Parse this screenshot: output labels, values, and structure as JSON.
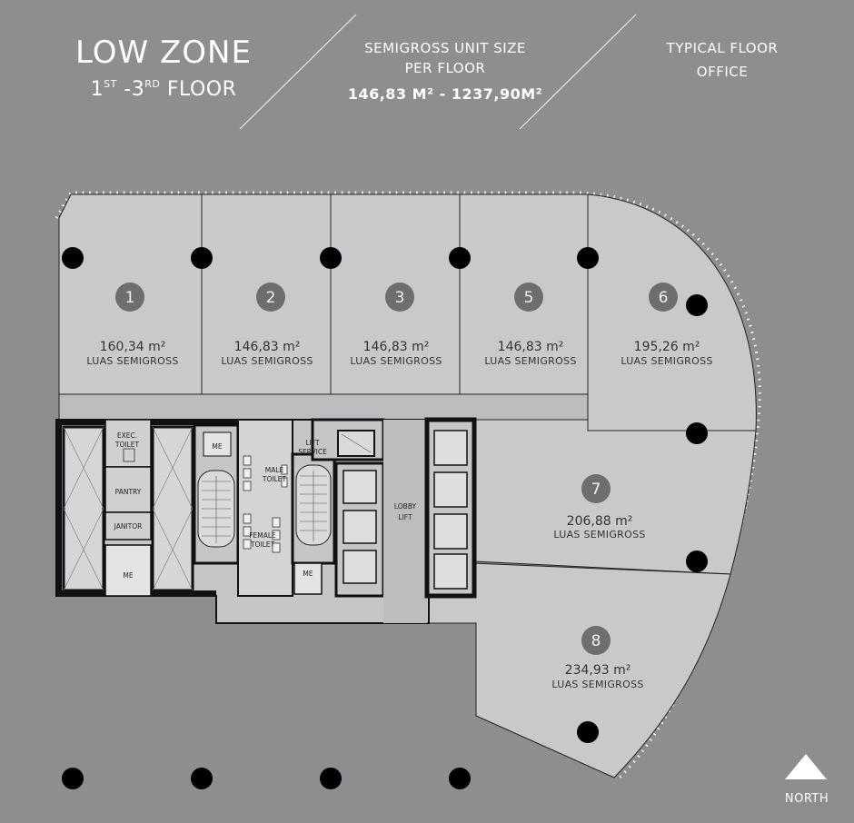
{
  "header": {
    "zone_title": "LOW ZONE",
    "floor_from": "1",
    "floor_from_suffix": "ST",
    "floor_sep": " -3",
    "floor_to_suffix": "RD",
    "floor_word": " FLOOR",
    "size_label_line1": "SEMIGROSS UNIT SIZE",
    "size_label_line2": "PER FLOOR",
    "size_value": "146,83 M² - 1237,90M²",
    "type_line1": "TYPICAL FLOOR",
    "type_line2": "OFFICE"
  },
  "units": [
    {
      "number": "1",
      "area": "160,34 m²",
      "label": "LUAS SEMIGROSS"
    },
    {
      "number": "2",
      "area": "146,83 m²",
      "label": "LUAS SEMIGROSS"
    },
    {
      "number": "3",
      "area": "146,83 m²",
      "label": "LUAS SEMIGROSS"
    },
    {
      "number": "5",
      "area": "146,83 m²",
      "label": "LUAS SEMIGROSS"
    },
    {
      "number": "6",
      "area": "195,26 m²",
      "label": "LUAS SEMIGROSS"
    },
    {
      "number": "7",
      "area": "206,88 m²",
      "label": "LUAS SEMIGROSS"
    },
    {
      "number": "8",
      "area": "234,93 m²",
      "label": "LUAS SEMIGROSS"
    }
  ],
  "core": {
    "exec_toilet_1": "EXEC.",
    "exec_toilet_2": "TOILET",
    "pantry": "PANTRY",
    "janitor": "JANITOR",
    "me_1": "ME",
    "me_2": "ME",
    "me_3": "ME",
    "lift_service_1": "LIFT",
    "lift_service_2": "SERVICE",
    "male_toilet_1": "MALE",
    "male_toilet_2": "TOILET",
    "female_toilet_1": "FEMALE",
    "female_toilet_2": "TOILET",
    "lobby_lift_1": "LOBBY",
    "lobby_lift_2": "LIFT"
  },
  "north": {
    "label": "NORTH",
    "icon": "north-arrow-icon"
  },
  "colors": {
    "background": "#8d8e90",
    "unit_fill": "#c9c9cb",
    "corridor_fill": "#bdbdbf",
    "wall": "#111111",
    "column": "#000000",
    "badge": "#6e6e70"
  }
}
